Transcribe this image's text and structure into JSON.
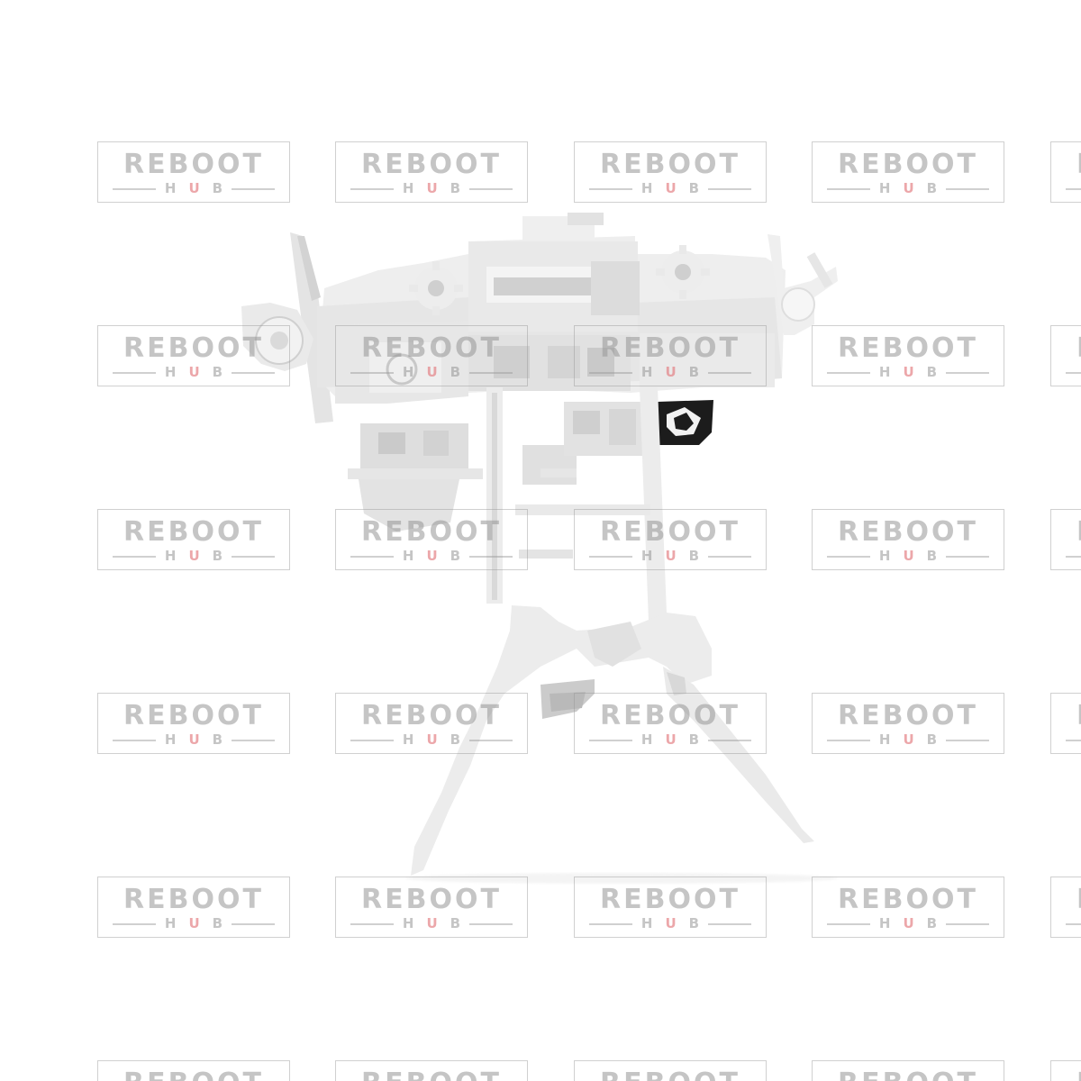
{
  "image": {
    "subject": "product-photo-white-plastic-frame-bracket",
    "background_color": "#ffffff",
    "part_color": "#ececec",
    "shadow_color": "#c4c4c4",
    "accent_color": "#1a1a1a"
  },
  "watermark": {
    "brand_top": "REBOOT",
    "brand_bottom_left": "H",
    "brand_bottom_accent": "U",
    "brand_bottom_right": "B",
    "text_color": "#969696",
    "accent_color": "#e2787d"
  }
}
